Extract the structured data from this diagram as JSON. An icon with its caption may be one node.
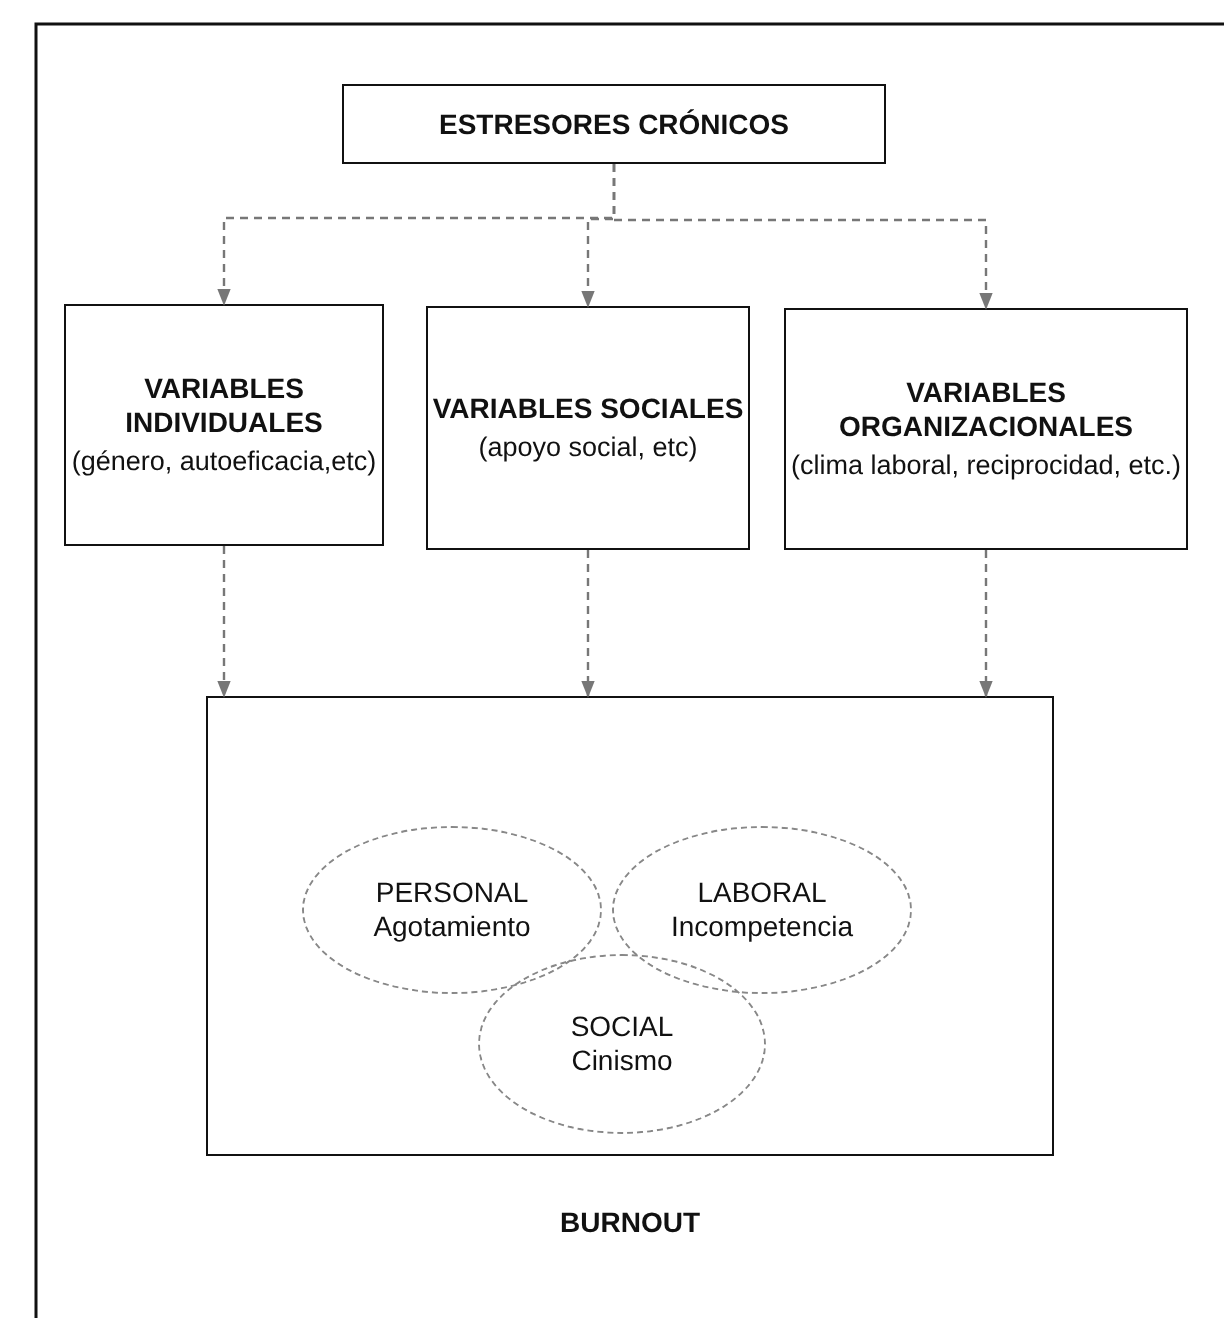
{
  "diagram": {
    "nodes": [
      {
        "text": [
          "ESTRESORES CRÓNICOS"
        ]
      },
      {
        "text": [
          "VARIABLES INDIVIDUALES",
          "(género, autoeficacia,etc)"
        ]
      },
      {
        "text": [
          "VARIABLES SOCIALES",
          "(apoyo social, etc)"
        ]
      },
      {
        "text": [
          "VARIABLES ORGANIZACIONALES",
          "(clima laboral, reciprocidad, etc.)"
        ]
      },
      {
        "text": [
          "BURNOUT"
        ]
      },
      {
        "text": [
          "PERSONAL",
          "Agotamiento"
        ],
        "in": 4
      },
      {
        "text": [
          "LABORAL",
          "Incompetencia"
        ],
        "in": 4
      },
      {
        "text": [
          "SOCIAL",
          "Cinismo"
        ],
        "in": 4
      }
    ],
    "edges": [
      {
        "from": 0,
        "to": 1,
        "arrow": "to",
        "style": "dashed"
      },
      {
        "from": 0,
        "to": 2,
        "arrow": "to",
        "style": "dashed"
      },
      {
        "from": 0,
        "to": 3,
        "arrow": "to",
        "style": "dashed"
      },
      {
        "from": 1,
        "to": 4,
        "arrow": "to",
        "style": "dashed"
      },
      {
        "from": 2,
        "to": 4,
        "arrow": "to",
        "style": "dashed"
      },
      {
        "from": 3,
        "to": 4,
        "arrow": "to",
        "style": "dashed"
      }
    ]
  }
}
